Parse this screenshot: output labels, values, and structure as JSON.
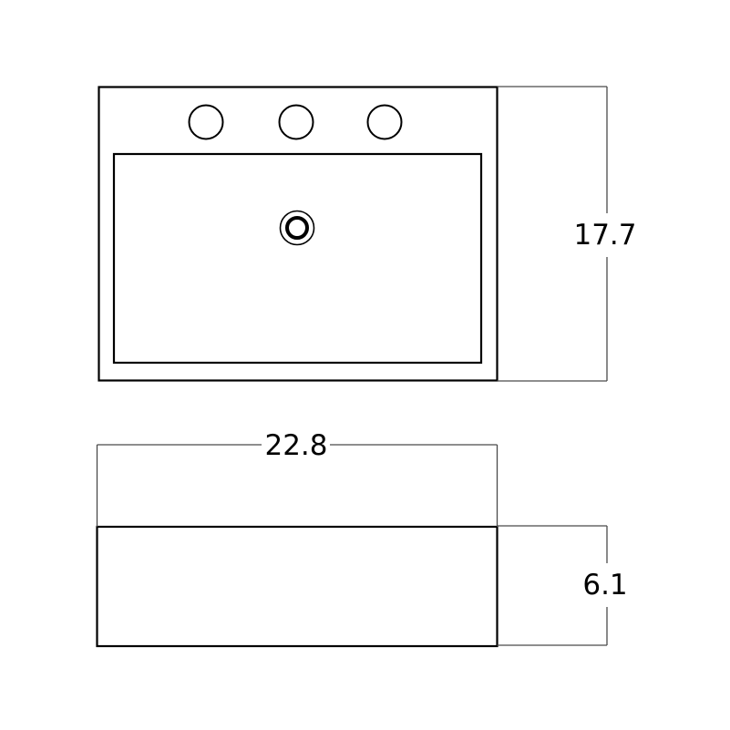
{
  "diagram": {
    "dimensions": {
      "depth": "17.7",
      "width": "22.8",
      "height": "6.1"
    },
    "colors": {
      "background": "#ffffff",
      "outline": "#000000",
      "dimension_line": "#4a4a4a"
    }
  }
}
